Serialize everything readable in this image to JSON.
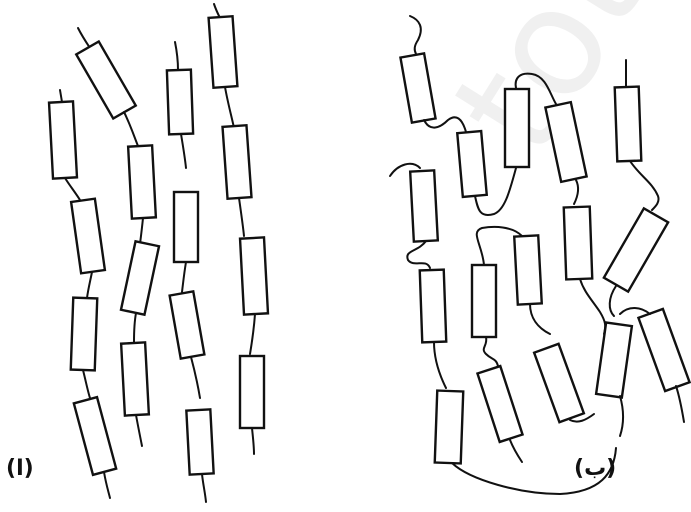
{
  "panels": {
    "a": {
      "label": "(ا)"
    },
    "b": {
      "label": "(ب)"
    }
  },
  "watermark": {
    "text": "tot.co"
  },
  "colors": {
    "ink": "#111111",
    "paper": "#ffffff"
  }
}
